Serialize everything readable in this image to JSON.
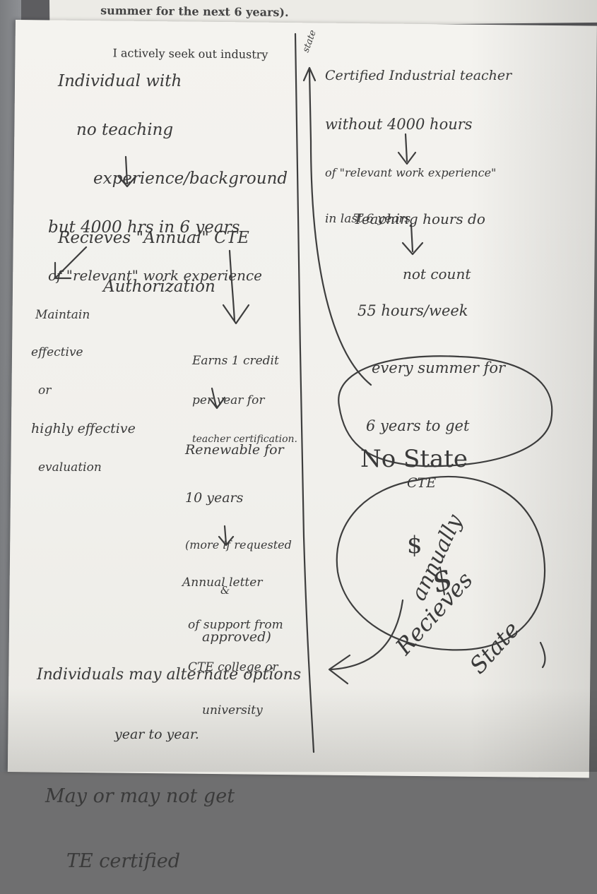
{
  "printed": {
    "top_line": "summer for the next 6 years).",
    "second_line": "I actively seek out industry"
  },
  "left_column": {
    "intro": [
      "Individual with",
      "no teaching",
      "experience/background",
      "but 4000 hrs in 6 years",
      "of \"relevant\" work experience"
    ],
    "annual_auth": [
      "Recieves \"Annual\" CTE",
      "Authorization"
    ],
    "evaluation": [
      "Maintain",
      "effective",
      "or",
      "highly effective",
      "evaluation"
    ],
    "credit": [
      "Earns 1 credit",
      "per year for",
      "teacher certification."
    ],
    "renewable": [
      "Renewable for",
      "10 years",
      "(more if requested",
      "&",
      "approved)"
    ],
    "support_letter": [
      "Annual letter",
      "of support from",
      "CTE college or",
      "university"
    ],
    "footer": [
      "Individuals may alternate options",
      "year to year.",
      "May or may not get",
      "TE certified"
    ]
  },
  "right_column": {
    "certified": [
      "Certified Industrial teacher",
      "without 4000 hours",
      "of \"relevant work experience\"",
      "in last 6 years"
    ],
    "state_tag": "state",
    "teaching_hours": [
      "Teaching hours do",
      "not count"
    ],
    "summer_hours": [
      "55 hours/week",
      "every summer for",
      "6 years to get",
      "CTE"
    ],
    "no_state": [
      "No State",
      "$"
    ],
    "receives_state": [
      "Recieves",
      "State",
      "$",
      "annually"
    ]
  },
  "colors": {
    "paper": "#f2f1ed",
    "pencil": "#3a3a3a",
    "background": "#6f6f70"
  }
}
